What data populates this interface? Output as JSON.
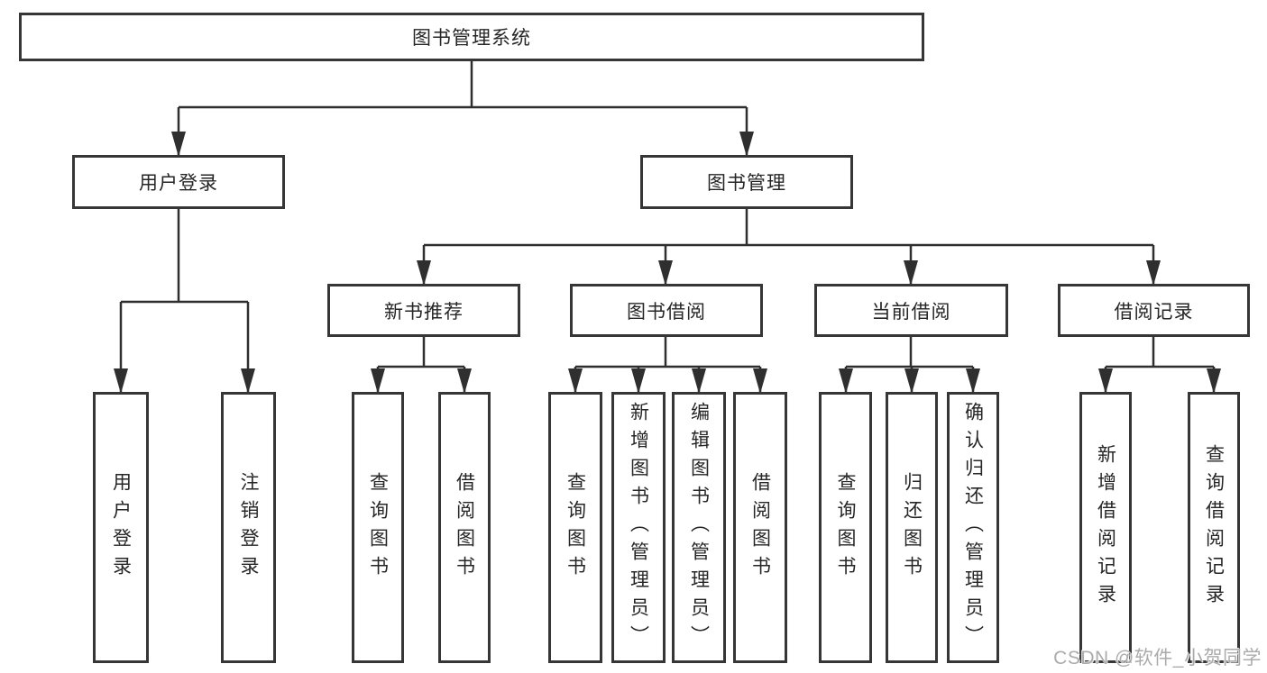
{
  "diagram": {
    "root": {
      "label": "图书管理系统"
    },
    "branches": {
      "user_login": {
        "label": "用户登录",
        "children": [
          {
            "label": "用户登录"
          },
          {
            "label": "注销登录"
          }
        ]
      },
      "book_mgmt": {
        "label": "图书管理",
        "sections": {
          "new_book_rec": {
            "label": "新书推荐",
            "children": [
              {
                "label": "查询图书"
              },
              {
                "label": "借阅图书"
              }
            ]
          },
          "book_borrow": {
            "label": "图书借阅",
            "children": [
              {
                "label": "查询图书"
              },
              {
                "label": "新增图书（管理员）"
              },
              {
                "label": "编辑图书（管理员）"
              },
              {
                "label": "借阅图书"
              }
            ]
          },
          "current_borrow": {
            "label": "当前借阅",
            "children": [
              {
                "label": "查询图书"
              },
              {
                "label": "归还图书"
              },
              {
                "label": "确认归还（管理员）"
              }
            ]
          },
          "borrow_records": {
            "label": "借阅记录",
            "children": [
              {
                "label": "新增借阅记录"
              },
              {
                "label": "查询借阅记录"
              }
            ]
          }
        }
      }
    }
  },
  "watermark": {
    "text": "CSDN @软件_小贺同学"
  },
  "colors": {
    "line": "#2f2f2f",
    "box_border": "#363636",
    "text": "#262626",
    "watermark": "#ababab",
    "background": "#ffffff"
  }
}
